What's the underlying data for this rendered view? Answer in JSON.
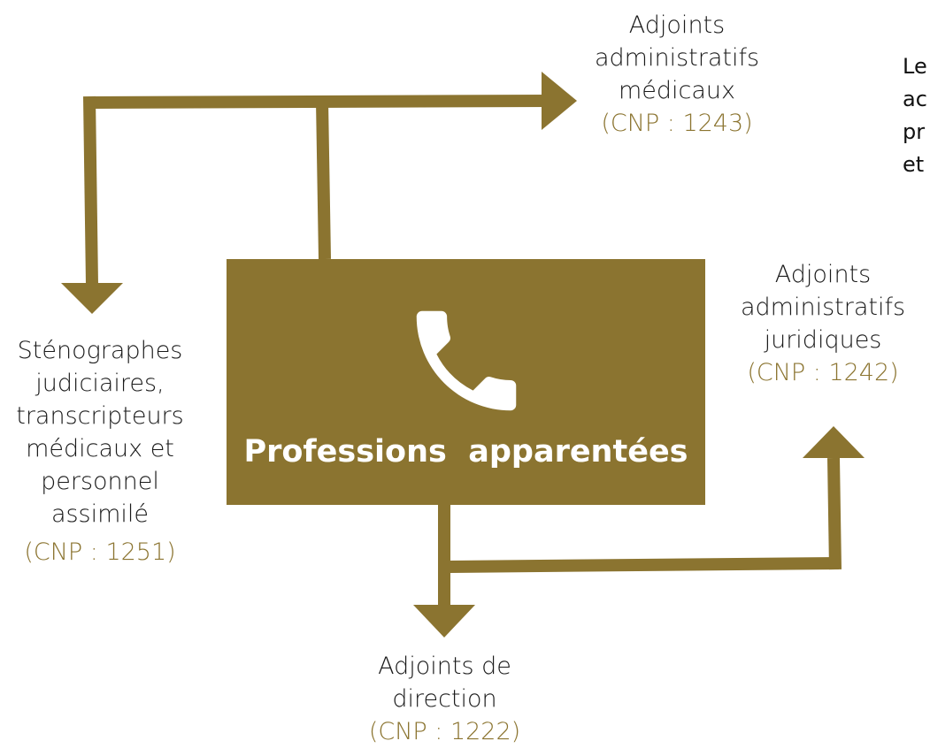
{
  "colors": {
    "accent": "#8b7430",
    "text": "#1a1a1a",
    "box_text": "#ffffff"
  },
  "center": {
    "title": "Professions  apparentées",
    "icon": "phone-icon"
  },
  "nodes": {
    "medicaux": {
      "lines": [
        "Adjoints",
        "administratifs",
        "médicaux"
      ],
      "code": "(CNP : 1243)"
    },
    "juridiques": {
      "lines": [
        "Adjoints",
        "administratifs",
        "juridiques"
      ],
      "code": "(CNP : 1242)"
    },
    "stenographes": {
      "lines": [
        "Sténographes",
        "judiciaires,",
        "transcripteurs",
        "médicaux et",
        "personnel",
        "assimilé"
      ],
      "code": "(CNP : 1251)"
    },
    "direction": {
      "lines": [
        "Adjoints de",
        "direction"
      ],
      "code": "(CNP : 1222)"
    }
  },
  "side_text": {
    "lines": [
      "Le",
      "ac",
      "pr",
      "et"
    ]
  }
}
